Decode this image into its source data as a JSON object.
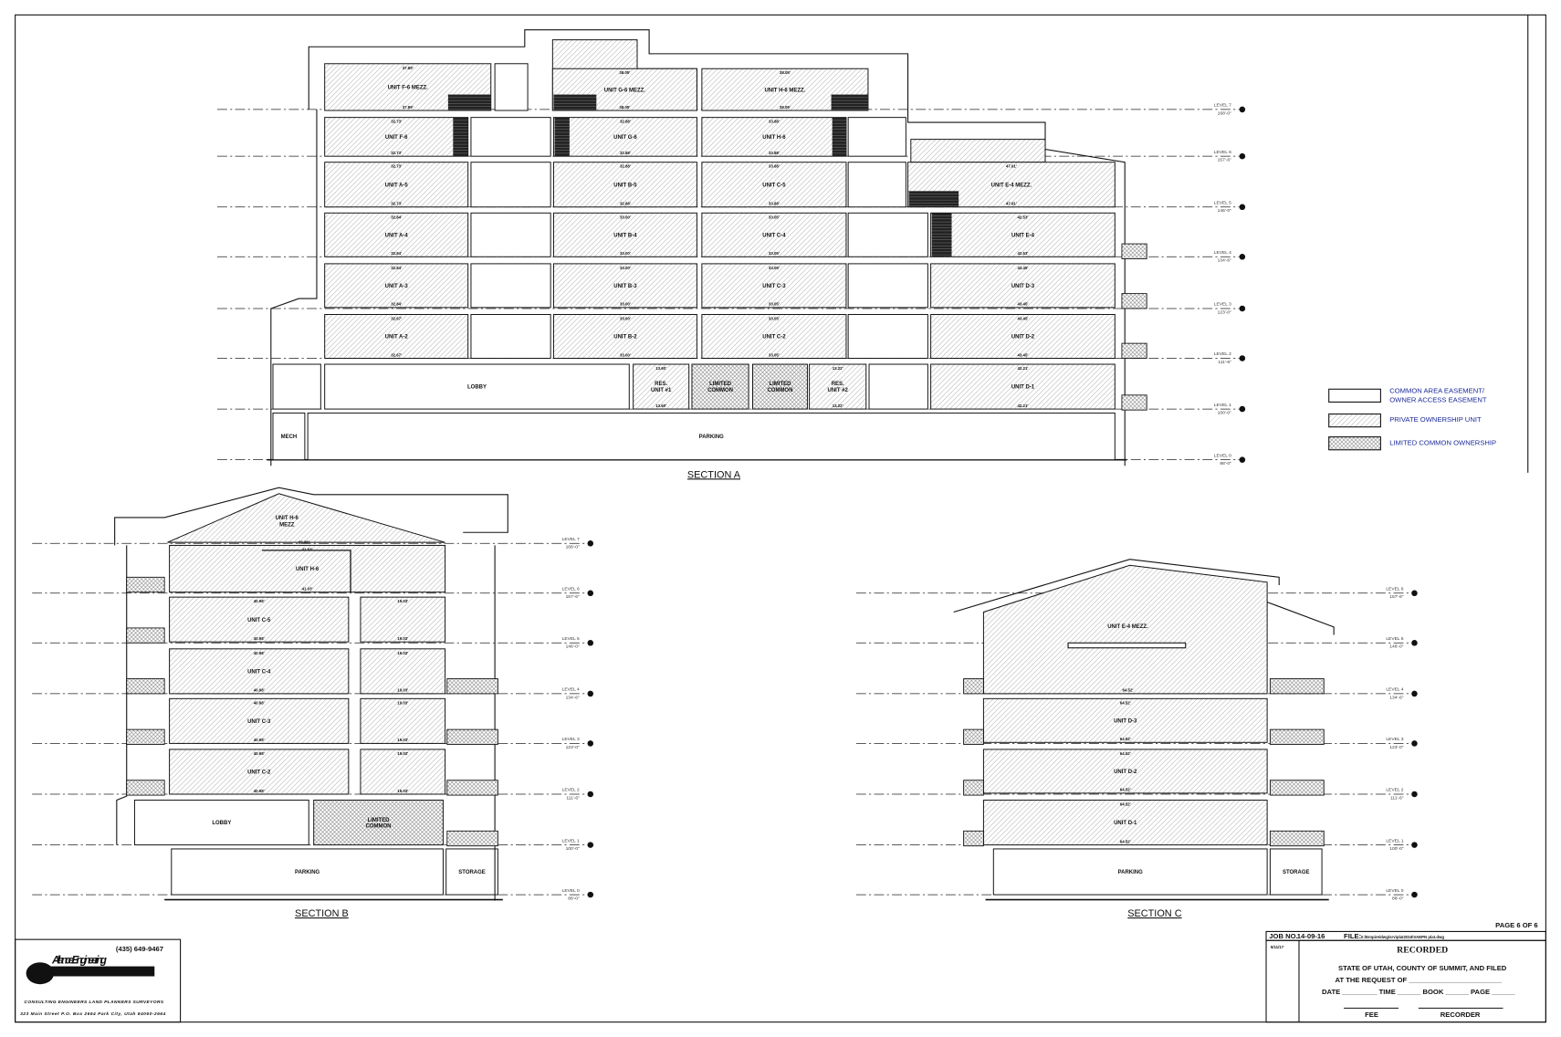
{
  "levels": [
    {
      "name": "LEVEL 7",
      "elev": "168'-0\""
    },
    {
      "name": "LEVEL 6",
      "elev": "157'-6\""
    },
    {
      "name": "LEVEL 5",
      "elev": "146'-0\""
    },
    {
      "name": "LEVEL 4",
      "elev": "134'-6\""
    },
    {
      "name": "LEVEL 3",
      "elev": "123'-0\""
    },
    {
      "name": "LEVEL 2",
      "elev": "111'-6\""
    },
    {
      "name": "LEVEL 1",
      "elev": "100'-0\""
    },
    {
      "name": "LEVEL 0",
      "elev": "88'-0\""
    }
  ],
  "section_a": {
    "title": "SECTION A",
    "rooms": [
      {
        "label": [
          "UNIT F-6 MEZZ."
        ],
        "dim": "37.89'"
      },
      {
        "label": [
          "UNIT G-6 MEZZ."
        ],
        "dim": "38.05'"
      },
      {
        "label": [
          "UNIT H-6 MEZZ."
        ],
        "dim": "38.05'"
      },
      {
        "label": [
          "UNIT F-6"
        ],
        "dim": "32.73'"
      },
      {
        "label": [
          "UNIT G-6"
        ],
        "dim": "32.88'"
      },
      {
        "label": [
          "UNIT H-6"
        ],
        "dim": "33.88'"
      },
      {
        "label": [
          "UNIT A-5"
        ],
        "dim": "32.73'"
      },
      {
        "label": [
          "UNIT B-5"
        ],
        "dim": "32.88'"
      },
      {
        "label": [
          "UNIT C-5"
        ],
        "dim": "33.88'"
      },
      {
        "label": [
          "UNIT E-4 MEZZ."
        ],
        "dim": "47.91'"
      },
      {
        "label": [
          "UNIT A-4"
        ],
        "dim": "32.84'"
      },
      {
        "label": [
          "UNIT B-4"
        ],
        "dim": "33.00'"
      },
      {
        "label": [
          "UNIT C-4"
        ],
        "dim": "33.05'"
      },
      {
        "label": [
          "UNIT E-4"
        ],
        "dim": "42.53'"
      },
      {
        "label": [
          "UNIT A-3"
        ],
        "dim": "32.84'"
      },
      {
        "label": [
          "UNIT B-3"
        ],
        "dim": "33.00'"
      },
      {
        "label": [
          "UNIT C-3"
        ],
        "dim": "33.05'"
      },
      {
        "label": [
          "UNIT D-3"
        ],
        "dim": "43.45'"
      },
      {
        "label": [
          "UNIT A-2"
        ],
        "dim": "32.67'"
      },
      {
        "label": [
          "UNIT B-2"
        ],
        "dim": "33.00'"
      },
      {
        "label": [
          "UNIT C-2"
        ],
        "dim": "33.05'"
      },
      {
        "label": [
          "UNIT D-2"
        ],
        "dim": "43.45'"
      },
      {
        "label": [
          "LOBBY"
        ]
      },
      {
        "label": [
          "RES.",
          "UNIT #1"
        ],
        "dim": "13.60'"
      },
      {
        "label": [
          "LIMITED",
          "COMMON"
        ]
      },
      {
        "label": [
          "LIMITED",
          "COMMON"
        ]
      },
      {
        "label": [
          "RES.",
          "UNIT #2"
        ],
        "dim": "13.22'"
      },
      {
        "label": [
          "UNIT D-1"
        ],
        "dim": "42.21'"
      },
      {
        "label": [
          "MECH"
        ]
      },
      {
        "label": [
          "PARKING"
        ]
      }
    ]
  },
  "section_b": {
    "title": "SECTION B",
    "rooms": [
      {
        "label": [
          "UNIT H-6",
          "MEZZ"
        ],
        "dim": "22.38'"
      },
      {
        "label": [
          "UNIT H-6"
        ],
        "dim": "41.03'"
      },
      {
        "label": [
          "UNIT C-5"
        ],
        "dim": "40.98'"
      },
      {
        "label": [],
        "dim": "19.03'"
      },
      {
        "label": [
          "UNIT C-4"
        ],
        "dim": "40.98'"
      },
      {
        "label": [],
        "dim": "19.03'"
      },
      {
        "label": [
          "UNIT C-3"
        ],
        "dim": "40.98'"
      },
      {
        "label": [],
        "dim": "19.03'"
      },
      {
        "label": [
          "UNIT C-2"
        ],
        "dim": "40.98'"
      },
      {
        "label": [],
        "dim": "19.03'"
      },
      {
        "label": [
          "LOBBY"
        ]
      },
      {
        "label": [
          "LIMITED",
          "COMMON"
        ]
      },
      {
        "label": [
          "PARKING"
        ]
      },
      {
        "label": [
          "STORAGE"
        ]
      }
    ]
  },
  "section_c": {
    "title": "SECTION C",
    "rooms": [
      {
        "label": [
          "UNIT E-4 MEZZ."
        ],
        "dim": "64.52'"
      },
      {
        "label": [
          "UNIT D-3"
        ],
        "dim": "64.52'"
      },
      {
        "label": [
          "UNIT D-2"
        ],
        "dim": "64.52'"
      },
      {
        "label": [
          "UNIT D-1"
        ],
        "dim": "64.52'"
      },
      {
        "label": [
          "PARKING"
        ]
      },
      {
        "label": [
          "STORAGE"
        ]
      }
    ]
  },
  "legend": [
    {
      "label": [
        "COMMON AREA EASEMENT/",
        "OWNER ACCESS EASEMENT"
      ],
      "kind": "common"
    },
    {
      "label": [
        "PRIVATE OWNERSHIP UNIT"
      ],
      "kind": "private"
    },
    {
      "label": [
        "LIMITED COMMON OWNERSHIP"
      ],
      "kind": "limited"
    }
  ],
  "company": {
    "phone": "(435) 649-9467",
    "logo_text": "Alliance Engineering",
    "services": "CONSULTING ENGINEERS   LAND PLANNERS   SURVEYORS",
    "address": "323 Main Street   P.O. Box 2664   Park City, Utah   84060-2664"
  },
  "title_block": {
    "page": "PAGE 6 OF 6",
    "job_label": "JOB NO.:",
    "job_no": "14-09-16",
    "file_label": "FILE:",
    "file_path": "X:\\Empire\\dwg\\srv\\plat2016\\VAEPN plat.dwg",
    "date": "5/11/17",
    "recorded": "RECORDED",
    "line1": "STATE OF UTAH, COUNTY OF SUMMIT, AND FILED",
    "line2": "AT THE REQUEST OF ________________________",
    "line3": "DATE _________  TIME ______  BOOK ______  PAGE ______",
    "fee": "FEE",
    "recorder": "RECORDER"
  },
  "colors": {
    "line": "#111111",
    "hatch": "#8a8a8a",
    "legend_text": "#1a2a9a"
  }
}
